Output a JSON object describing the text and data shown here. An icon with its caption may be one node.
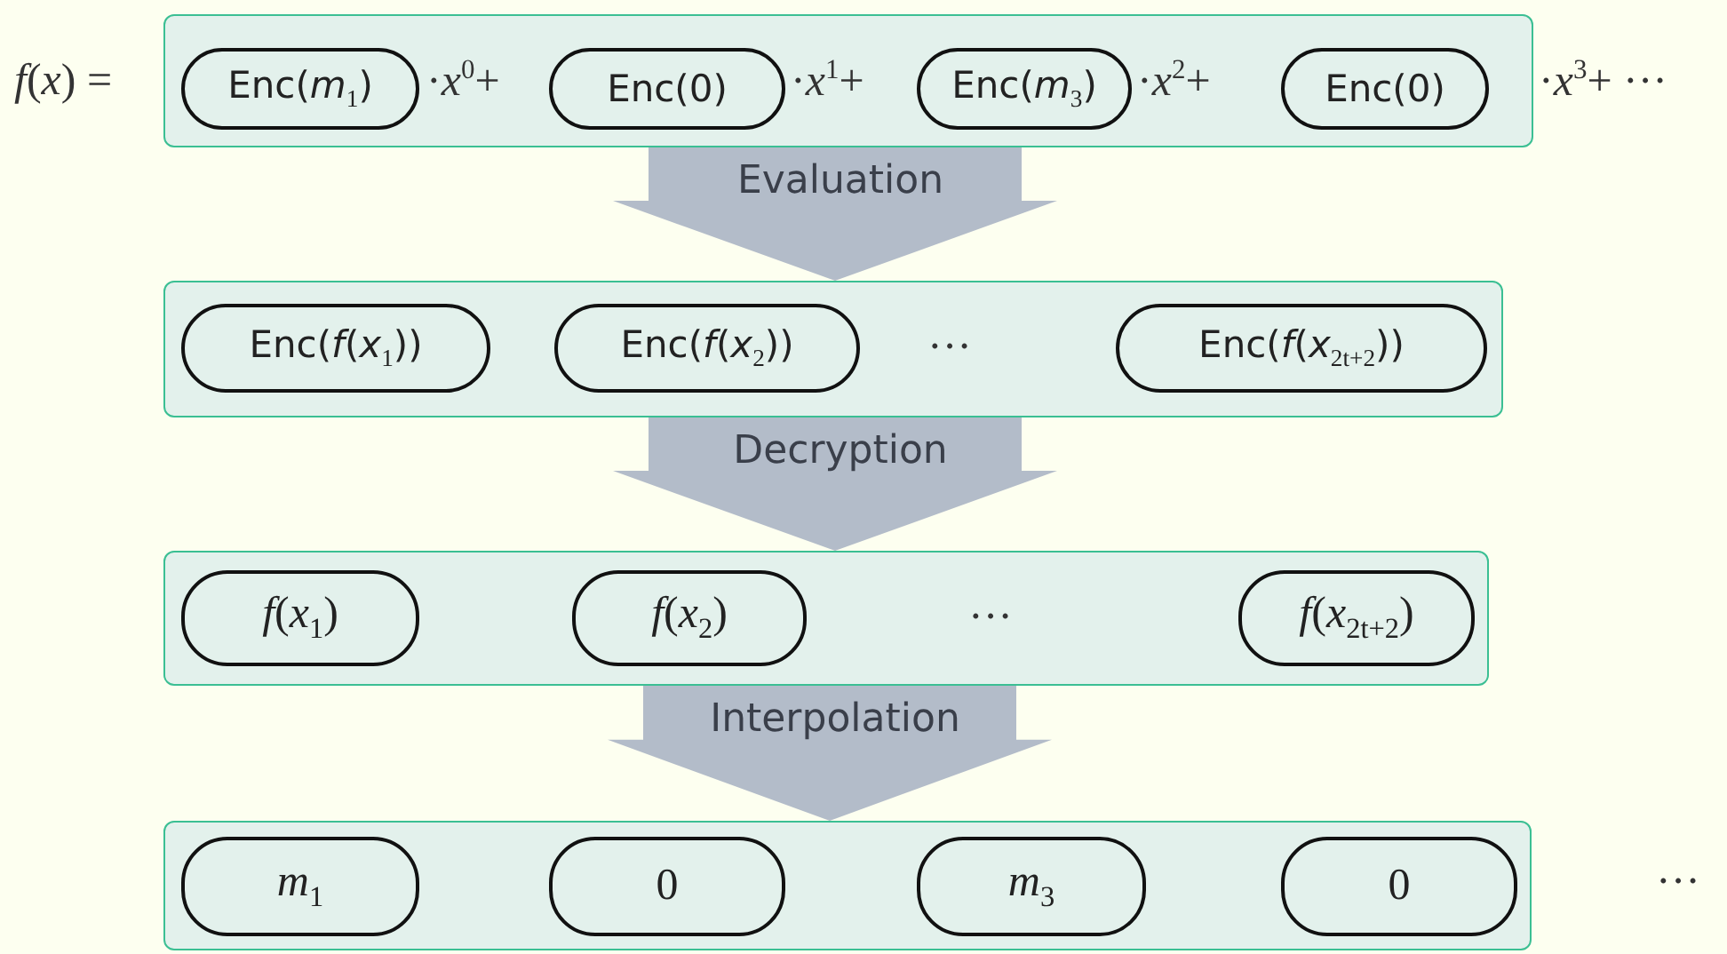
{
  "diagram": {
    "nodes": [
      {
        "text": [],
        "shape": "box"
      },
      {
        "text": [
          "Enc(*m*$_{1}$)"
        ],
        "in": 0
      },
      {
        "text": [
          "Enc(0)"
        ],
        "in": 0
      },
      {
        "text": [
          "Enc(*m*$_{3}$)"
        ],
        "in": 0
      },
      {
        "text": [
          "Enc(0)"
        ],
        "in": 0
      },
      {
        "text": [],
        "shape": "box"
      },
      {
        "text": [
          "Enc(*f*(*x*$_{1}$))"
        ],
        "in": 5
      },
      {
        "text": [
          "Enc(*f*(*x*$_{2}$))"
        ],
        "in": 5
      },
      {
        "text": [
          "Enc(*f*(*x*$_{2t+2}$))"
        ],
        "in": 5
      },
      {
        "text": [],
        "shape": "box"
      },
      {
        "text": [
          "*f*(*x*$_{1}$)"
        ],
        "in": 9
      },
      {
        "text": [
          "*f*(*x*$_{2}$)"
        ],
        "in": 9
      },
      {
        "text": [
          "*f*(*x*$_{2t+2}$)"
        ],
        "in": 9
      },
      {
        "text": [],
        "shape": "box"
      },
      {
        "text": [
          "*m*$_{1}$"
        ],
        "in": 13
      },
      {
        "text": [
          "0"
        ],
        "in": 13
      },
      {
        "text": [
          "*m*$_{3}$"
        ],
        "in": 13
      },
      {
        "text": [
          "0"
        ],
        "in": 13
      }
    ],
    "edges": [
      {
        "from": 0,
        "to": 5,
        "arrow": "to",
        "label": "Evaluation"
      },
      {
        "from": 5,
        "to": 9,
        "arrow": "to",
        "label": "Decryption"
      },
      {
        "from": 9,
        "to": 13,
        "arrow": "to",
        "label": "Interpolation"
      }
    ],
    "labels": [
      "*f*(*x*) =",
      "·*x*$^{0}$+",
      "·*x*$^{1}$+",
      "·*x*$^{2}$+",
      "·*x*$^{3}$+ ···",
      "···",
      "···",
      "···"
    ]
  }
}
